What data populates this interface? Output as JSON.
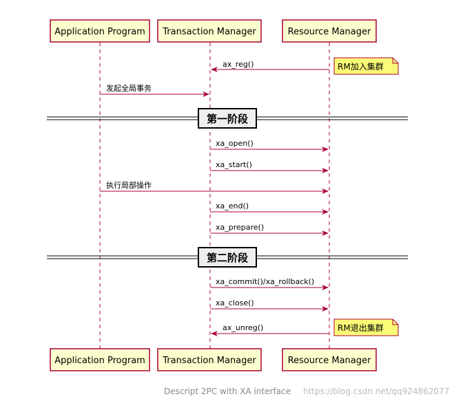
{
  "participants": [
    {
      "id": "ap",
      "label": "Application Program"
    },
    {
      "id": "tm",
      "label": "Transaction Manager"
    },
    {
      "id": "rm",
      "label": "Resource Manager"
    }
  ],
  "messages": [
    {
      "text": "ax_reg()"
    },
    {
      "text": "发起全局事务"
    },
    {
      "text": "xa_open()"
    },
    {
      "text": "xa_start()"
    },
    {
      "text": "执行局部操作"
    },
    {
      "text": "xa_end()"
    },
    {
      "text": "xa_prepare()"
    },
    {
      "text": "xa_commit()/xa_rollback()"
    },
    {
      "text": "xa_close()"
    },
    {
      "text": "ax_unreg()"
    }
  ],
  "notes": [
    {
      "text": "RM加入集群"
    },
    {
      "text": "RM退出集群"
    }
  ],
  "dividers": [
    {
      "label": "第一阶段"
    },
    {
      "label": "第二阶段"
    }
  ],
  "caption": "Descript 2PC with XA interface",
  "watermark": "https://blog.csdn.net/qq924862077",
  "colors": {
    "border": "#A80036",
    "participant_fill": "#FEFECE",
    "note_fill": "#FBFB77",
    "divider_fill": "#EEEEEE"
  }
}
